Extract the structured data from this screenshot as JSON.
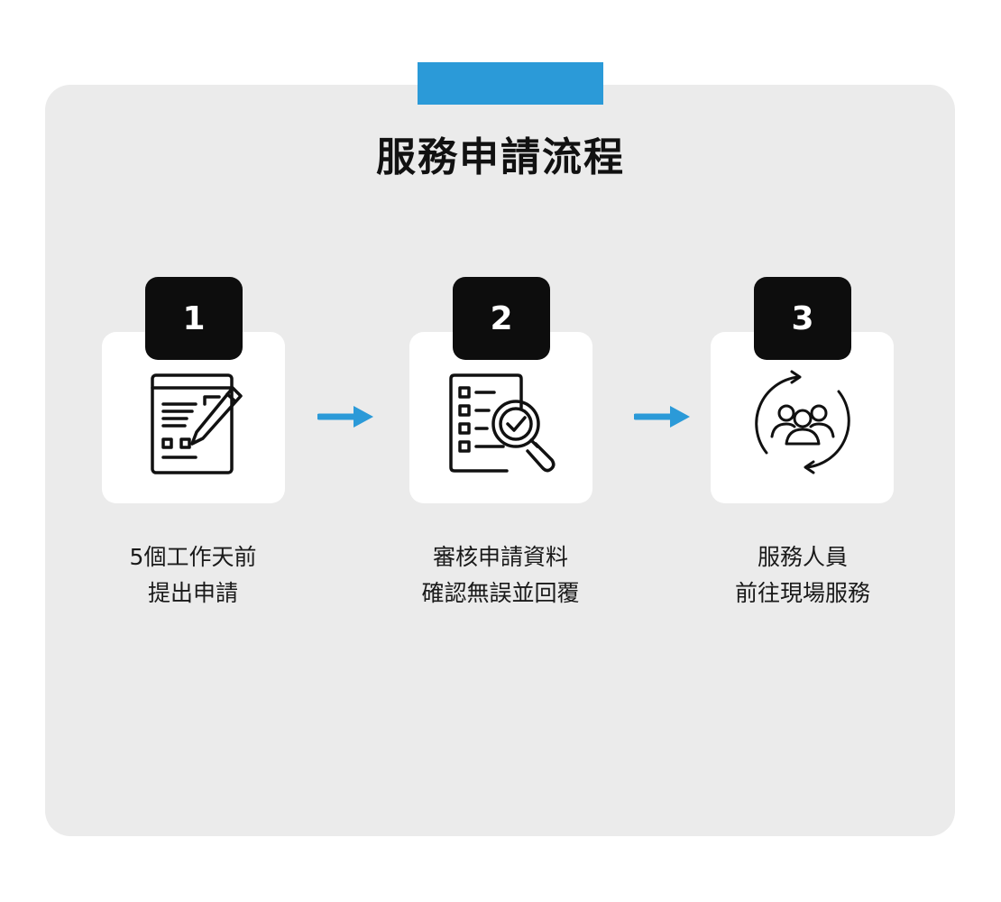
{
  "title": "服務申請流程",
  "colors": {
    "accent": "#2b9ad8",
    "panel": "#ebebeb",
    "badge": "#0d0d0d"
  },
  "steps": [
    {
      "number": "1",
      "icon": "form-edit-icon",
      "lines": [
        "5個工作天前",
        "提出申請"
      ]
    },
    {
      "number": "2",
      "icon": "checklist-magnifier-icon",
      "lines": [
        "審核申請資料",
        "確認無誤並回覆"
      ]
    },
    {
      "number": "3",
      "icon": "people-cycle-icon",
      "lines": [
        "服務人員",
        "前往現場服務"
      ]
    }
  ]
}
